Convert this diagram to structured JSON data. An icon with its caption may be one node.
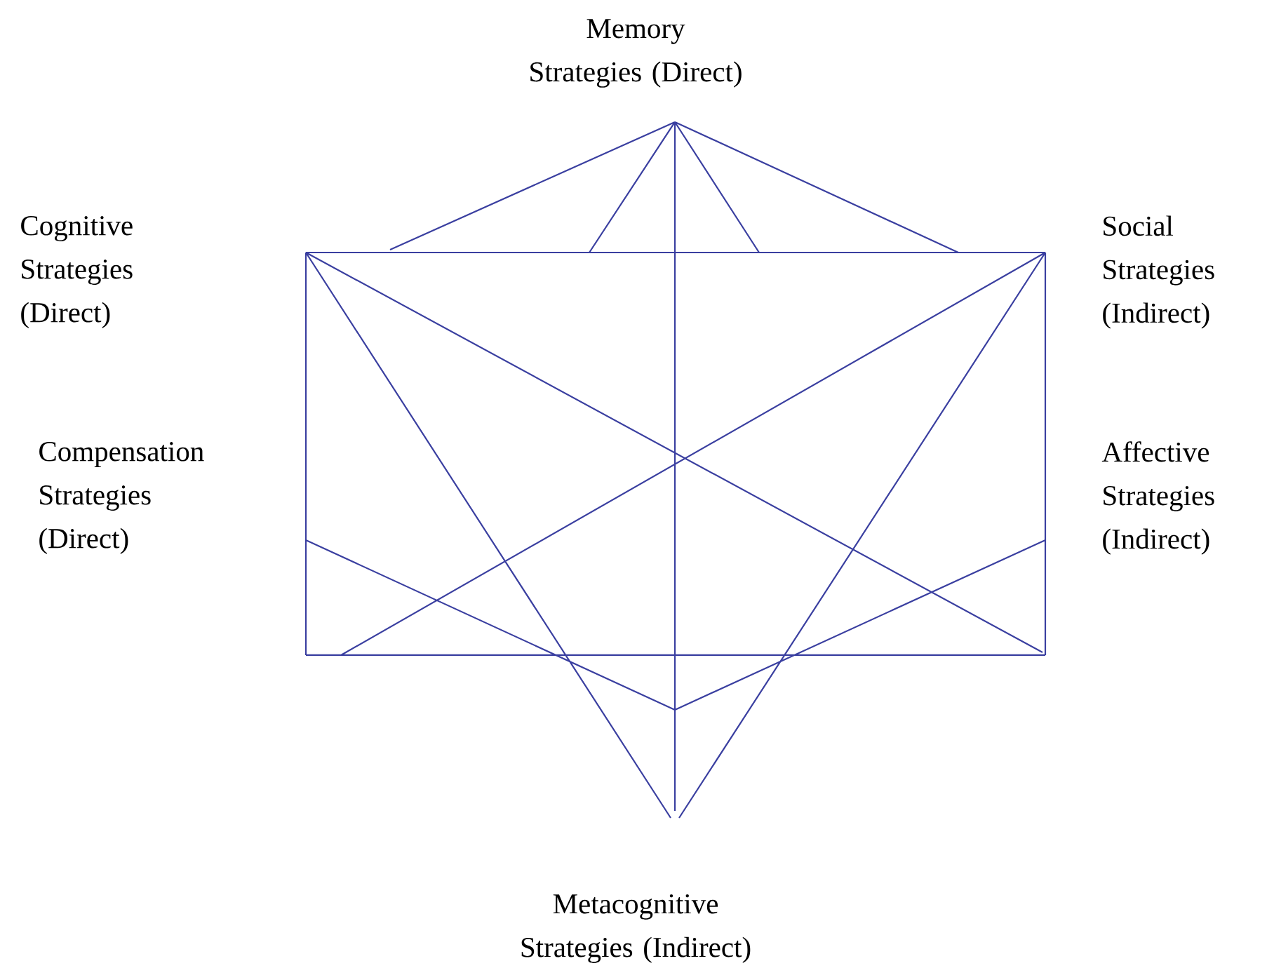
{
  "diagram": {
    "nodes": [
      {
        "text": [
          "Memory Strategies (Direct)"
        ]
      },
      {
        "text": [
          "Cognitive Strategies (Direct)"
        ]
      },
      {
        "text": [
          "Social Strategies (Indirect)"
        ]
      },
      {
        "text": [
          "Compensation Strategies (Direct)"
        ]
      },
      {
        "text": [
          "Affective Strategies (Indirect)"
        ]
      },
      {
        "text": [
          "Metacognitive Strategies (Indirect)"
        ]
      }
    ]
  }
}
